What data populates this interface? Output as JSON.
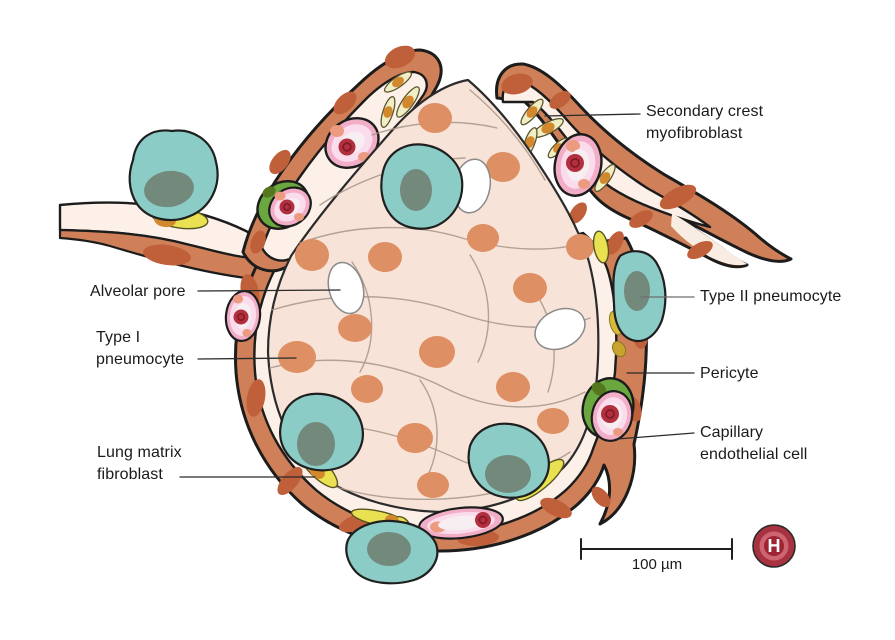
{
  "figure": {
    "subject": "alveolus cross-section",
    "labels": {
      "secondary_crest": {
        "line1": "Secondary crest",
        "line2": "myofibroblast"
      },
      "alveolar_pore": {
        "line1": "Alveolar pore"
      },
      "type1_pneumocyte": {
        "line1": "Type I",
        "line2": "pneumocyte"
      },
      "type2_pneumocyte": {
        "line1": "Type II pneumocyte"
      },
      "pericyte": {
        "line1": "Pericyte"
      },
      "capillary_endothelial": {
        "line1": "Capillary",
        "line2": "endothelial cell"
      },
      "lung_matrix_fibroblast": {
        "line1": "Lung matrix",
        "line2": "fibroblast"
      }
    },
    "scale_bar": {
      "label": "100 µm"
    },
    "badge": {
      "letter": "H"
    },
    "colors": {
      "alveolar_sac": "#f8e3d8",
      "type1_nucleus": "#de8f64",
      "capillary_wall": "#cf8058",
      "wall_nucleus": "#c0603b",
      "lumen": "#fcf0e8",
      "type2_cell": "#8cccc6",
      "type2_nucleus": "#72897c",
      "fibroblast_cell": "#e9e152",
      "myofibroblast_cell": "#f2eec4",
      "fibroblast_nucleus": "#d2892e",
      "endothelial_cell": "#f2aec7",
      "endothelial_nucleus": "#b12f3f",
      "pericyte_cell": "#6aa83f",
      "badge_red": "#a93240",
      "outline": "#1c1c1c"
    }
  }
}
